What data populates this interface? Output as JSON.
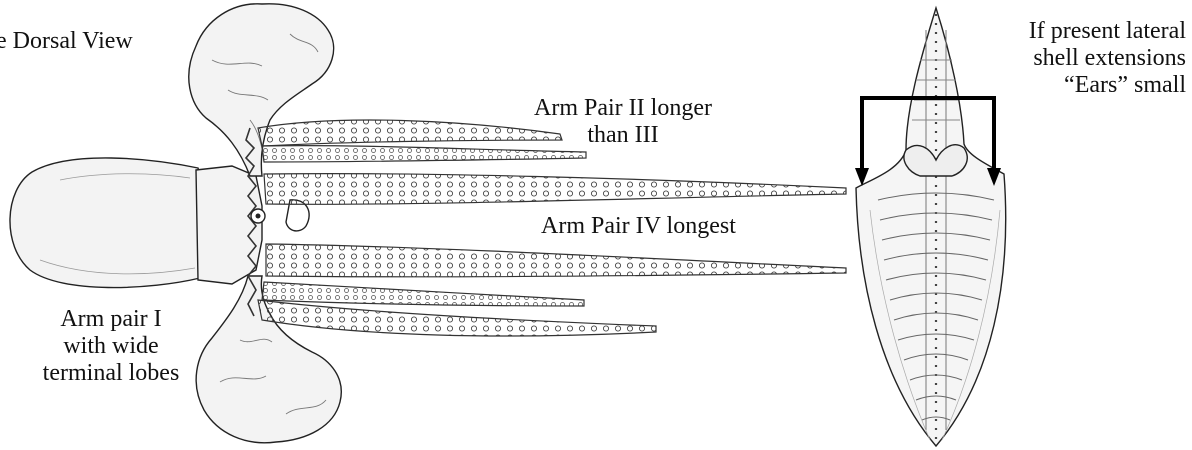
{
  "labels": {
    "dorsal_view": "e Dorsal View",
    "arm_pair_ii": [
      "Arm Pair II longer",
      "than III"
    ],
    "arm_pair_iv": "Arm Pair IV longest",
    "arm_pair_i": [
      "Arm pair I",
      "with wide",
      "terminal lobes"
    ],
    "shell_extensions": [
      "If present lateral",
      "shell extensions",
      "“Ears” small"
    ]
  },
  "colors": {
    "ink": "#222222",
    "body_fill": "#f3f3f3",
    "arrow": "#000000"
  }
}
